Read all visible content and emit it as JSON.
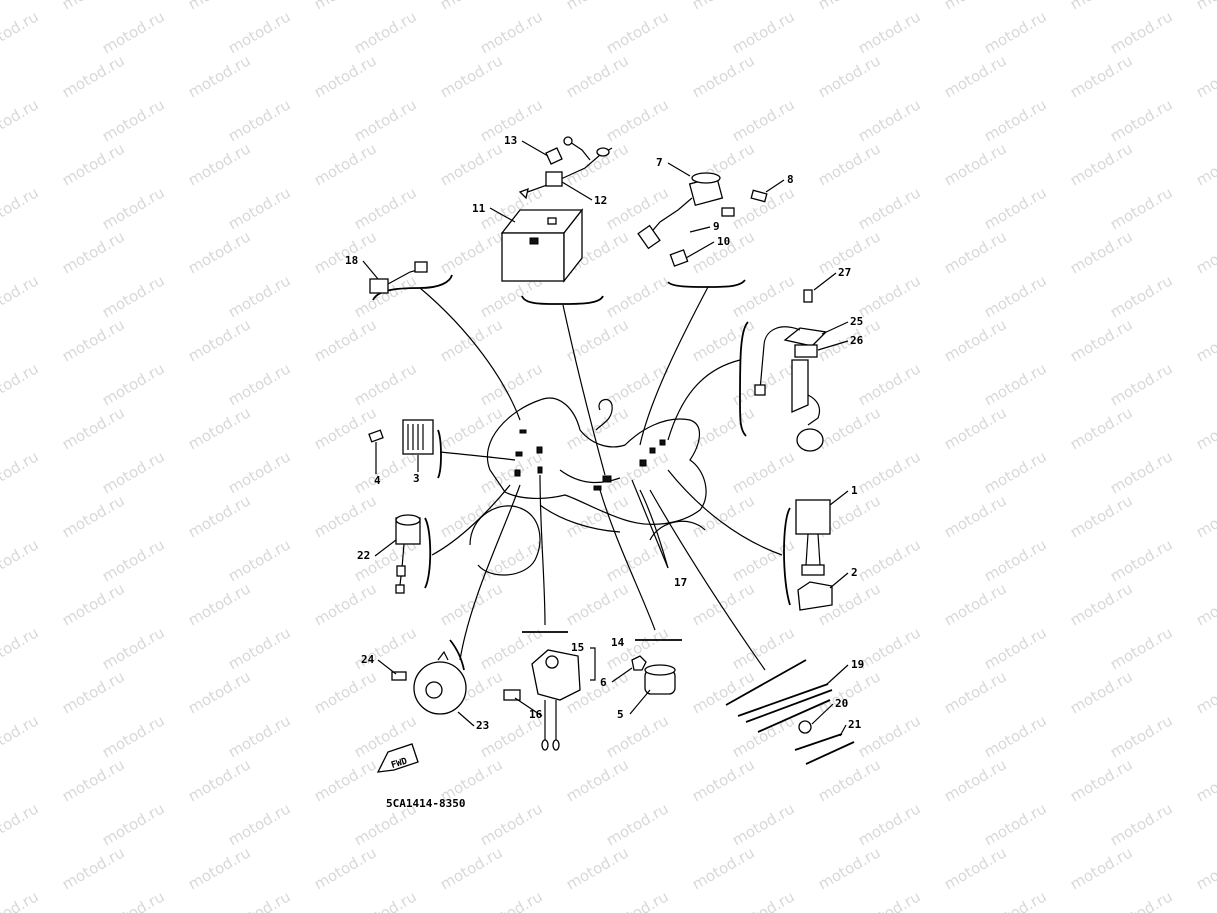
{
  "diagram": {
    "watermark": "motod.ru",
    "drawing_code": "5CA1414-8350",
    "fwd_label": "FWD",
    "callouts": [
      "1",
      "2",
      "3",
      "4",
      "5",
      "6",
      "7",
      "8",
      "9",
      "10",
      "11",
      "12",
      "13",
      "14",
      "15",
      "16",
      "17",
      "18",
      "19",
      "20",
      "21",
      "22",
      "23",
      "24",
      "25",
      "26",
      "27"
    ]
  }
}
